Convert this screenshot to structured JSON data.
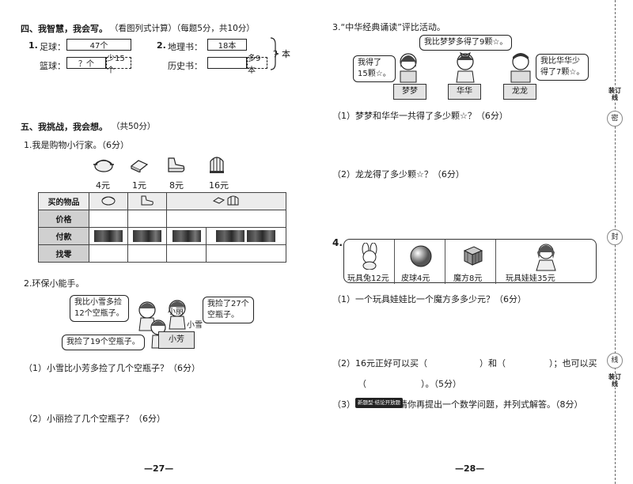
{
  "left": {
    "sec4_title": "四、我智慧，我会写。",
    "sec4_note": "（看图列式计算）（每题5分，共10分）",
    "p1": {
      "num": "1.",
      "row1_label": "足球：",
      "row1_box": "47个",
      "row2_label": "篮球：",
      "row2_box_a": "？个",
      "row2_box_b": "少15个"
    },
    "p2": {
      "num": "2.",
      "row1_label": "地理书：",
      "row1_box": "18本",
      "row2_label": "历史书：",
      "row2_box": "多9本",
      "brace_label": "？本"
    },
    "sec5_title": "五、我挑战，我会想。",
    "sec5_note": "（共50分）",
    "q1_title": "1.我是购物小行家。（6分）",
    "items": [
      {
        "icon": "pot-icon",
        "price": "4元"
      },
      {
        "icon": "eraser-icon",
        "price": "1元"
      },
      {
        "icon": "shoe-icon",
        "price": "8元"
      },
      {
        "icon": "birdcage-icon",
        "price": "16元"
      }
    ],
    "table": {
      "row_labels": [
        "买的物品",
        "价格",
        "付款",
        "找零"
      ]
    },
    "q2_title": "2.环保小能手。",
    "q2_bubble_left": [
      "我比小雪多捡",
      "12个空瓶子。"
    ],
    "q2_bubble_right": [
      "我捡了27个",
      "空瓶子。"
    ],
    "q2_bubble_bottom": "我捡了19个空瓶子。",
    "q2_name_xiaoli": "小丽",
    "q2_name_xiaoxue": "小雪",
    "q2_name_xiaofang": "小芳",
    "q2_sub1": "（1）小雪比小芳多捡了几个空瓶子？（6分）",
    "q2_sub2": "（2）小丽捡了几个空瓶子？（6分）",
    "page_number": "—27—"
  },
  "right": {
    "q3_title": "3.“中华经典诵读”评比活动。",
    "bubble_mengmeng": [
      "我得了",
      "15颗☆。"
    ],
    "bubble_huahua": "我比梦梦多得了9颗☆。",
    "bubble_longlong": [
      "我比华华少",
      "得了7颗☆。"
    ],
    "names": [
      "梦梦",
      "华华",
      "龙龙"
    ],
    "q3_sub1": "（1）梦梦和华华一共得了多少颗☆？（6分）",
    "q3_sub2": "（2）龙龙得了多少颗☆？（6分）",
    "q4_num": "4.",
    "toys": [
      {
        "icon": "toy-rabbit-icon",
        "label": "玩具兔12元"
      },
      {
        "icon": "ball-icon",
        "label": "皮球4元"
      },
      {
        "icon": "magic-cube-icon",
        "label": "魔方8元"
      },
      {
        "icon": "doll-icon",
        "label": "玩具娃娃35元"
      }
    ],
    "q4_sub1": "（1）一个玩具娃娃比一个魔方多多少元？（6分）",
    "q4_sub2_a": "（2）16元正好可以买（",
    "q4_sub2_b": "）和（",
    "q4_sub2_c": "）；也可以买",
    "q4_sub2_d": "（",
    "q4_sub2_e": "）。（5分）",
    "q4_sub3_badge": "新题型·结论开放题",
    "q4_sub3": "（3）",
    "q4_sub3_text": "请你再提出一个数学问题，并列式解答。（8分）",
    "page_number": "—28—"
  },
  "side": {
    "mark_top": "密",
    "mark_mid": "封",
    "mark_bottom": "线",
    "label_top": "装订线",
    "label_bottom": "装订线"
  }
}
